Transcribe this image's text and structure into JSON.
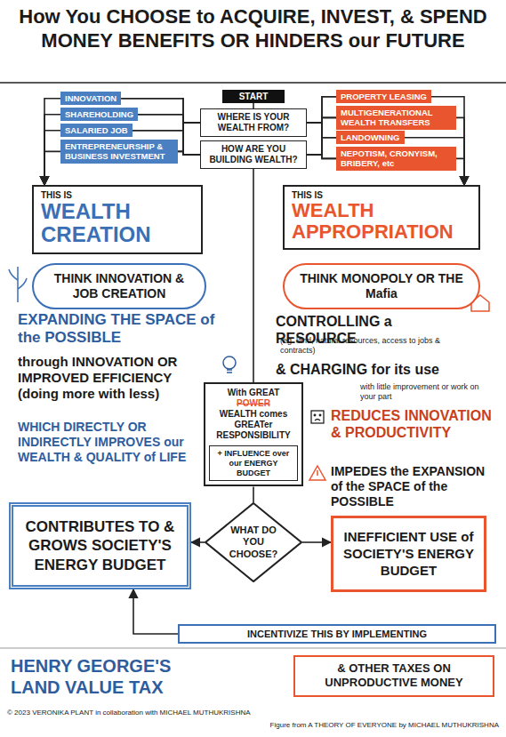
{
  "diagram": {
    "title": "How You CHOOSE to ACQUIRE, INVEST, & SPEND MONEY BENEFITS OR HINDERS our FUTURE",
    "caption": "Figure from A THEORY OF EVERYONE by MICHAEL MUTHUKRISHNA",
    "nodes": [
      {
        "text": [
          "START"
        ]
      },
      {
        "text": [
          "WHERE IS YOUR WEALTH FROM?"
        ]
      },
      {
        "text": [
          "HOW ARE YOU BUILDING WEALTH?"
        ]
      },
      {
        "text": [
          "INNOVATION"
        ]
      },
      {
        "text": [
          "SHAREHOLDING"
        ]
      },
      {
        "text": [
          "SALARIED JOB"
        ]
      },
      {
        "text": [
          "ENTREPRENEURSHIP & BUSINESS INVESTMENT"
        ]
      },
      {
        "text": [
          "PROPERTY LEASING"
        ]
      },
      {
        "text": [
          "MULTIGENERATIONAL WEALTH TRANSFERS"
        ]
      },
      {
        "text": [
          "LANDOWNING"
        ]
      },
      {
        "text": [
          "NEPOTISM, CRONYISM, BRIBERY, etc"
        ]
      },
      {
        "text": [
          "THIS IS",
          "WEALTH CREATION"
        ]
      },
      {
        "text": [
          "THINK INNOVATION & JOB CREATION"
        ]
      },
      {
        "text": [
          "THIS IS",
          "WEALTH APPROPRIATION"
        ]
      },
      {
        "text": [
          "THINK MONOPOLY OR THE Mafia"
        ]
      },
      {
        "text": [
          "With GREAT",
          "POWER",
          "WEALTH comes GREATer RESPONSIBILITY"
        ]
      },
      {
        "text": [
          "+ INFLUENCE over our ENERGY BUDGET"
        ],
        "in": 15
      },
      {
        "text": [
          "WHAT DO YOU CHOOSE?"
        ]
      },
      {
        "text": [
          "CONTRIBUTES TO & GROWS SOCIETY'S ENERGY BUDGET"
        ]
      },
      {
        "text": [
          "INEFFICIENT USE of SOCIETY'S ENERGY BUDGET"
        ]
      },
      {
        "text": [
          "INCENTIVIZE THIS BY IMPLEMENTING"
        ]
      },
      {
        "text": [
          "& OTHER TAXES ON UNPRODUCTIVE MONEY"
        ]
      }
    ],
    "edges": [
      {
        "from": 0,
        "to": 1,
        "arrow": "none"
      },
      {
        "from": 1,
        "to": 3,
        "arrow": "none"
      },
      {
        "from": 1,
        "to": 4,
        "arrow": "none"
      },
      {
        "from": 1,
        "to": 5,
        "arrow": "none"
      },
      {
        "from": 1,
        "to": 6,
        "arrow": "none"
      },
      {
        "from": 2,
        "to": 3,
        "arrow": "none"
      },
      {
        "from": 2,
        "to": 4,
        "arrow": "none"
      },
      {
        "from": 2,
        "to": 5,
        "arrow": "none"
      },
      {
        "from": 2,
        "to": 6,
        "arrow": "none"
      },
      {
        "from": 1,
        "to": 7,
        "arrow": "none"
      },
      {
        "from": 1,
        "to": 8,
        "arrow": "none"
      },
      {
        "from": 1,
        "to": 9,
        "arrow": "none"
      },
      {
        "from": 1,
        "to": 10,
        "arrow": "none"
      },
      {
        "from": 2,
        "to": 7,
        "arrow": "none"
      },
      {
        "from": 2,
        "to": 8,
        "arrow": "none"
      },
      {
        "from": 2,
        "to": 9,
        "arrow": "none"
      },
      {
        "from": 2,
        "to": 10,
        "arrow": "none"
      },
      {
        "from": 3,
        "to": 11,
        "arrow": "to"
      },
      {
        "from": 4,
        "to": 11,
        "arrow": "to"
      },
      {
        "from": 5,
        "to": 11,
        "arrow": "to"
      },
      {
        "from": 6,
        "to": 11,
        "arrow": "to"
      },
      {
        "from": 7,
        "to": 13,
        "arrow": "to"
      },
      {
        "from": 8,
        "to": 13,
        "arrow": "to"
      },
      {
        "from": 9,
        "to": 13,
        "arrow": "to"
      },
      {
        "from": 10,
        "to": 13,
        "arrow": "to"
      },
      {
        "from": 2,
        "to": 15,
        "arrow": "none"
      },
      {
        "from": 15,
        "to": 17,
        "arrow": "none"
      },
      {
        "from": 17,
        "to": 18,
        "arrow": "to"
      },
      {
        "from": 17,
        "to": 19,
        "arrow": "to"
      },
      {
        "from": 20,
        "to": 18,
        "arrow": "to"
      }
    ],
    "labels": [
      "EXPANDING THE SPACE of the POSSIBLE",
      "through INNOVATION OR IMPROVED EFFICIENCY (doing more with less)",
      "WHICH DIRECTLY OR INDIRECTLY IMPROVES our WEALTH & QUALITY of LIFE",
      "CONTROLLING a RESOURCE",
      "(eg. land, natural resources, access to jobs & contracts)",
      "& CHARGING for its use",
      "with little improvement or work on your part",
      "REDUCES INNOVATION & PRODUCTIVITY",
      "IMPEDES the EXPANSION of the SPACE of the POSSIBLE",
      "HENRY GEORGE'S LAND VALUE TAX",
      "© 2023 VERONIKA PLANT in collaboration with MICHAEL MUTHUKRISHNA"
    ]
  }
}
